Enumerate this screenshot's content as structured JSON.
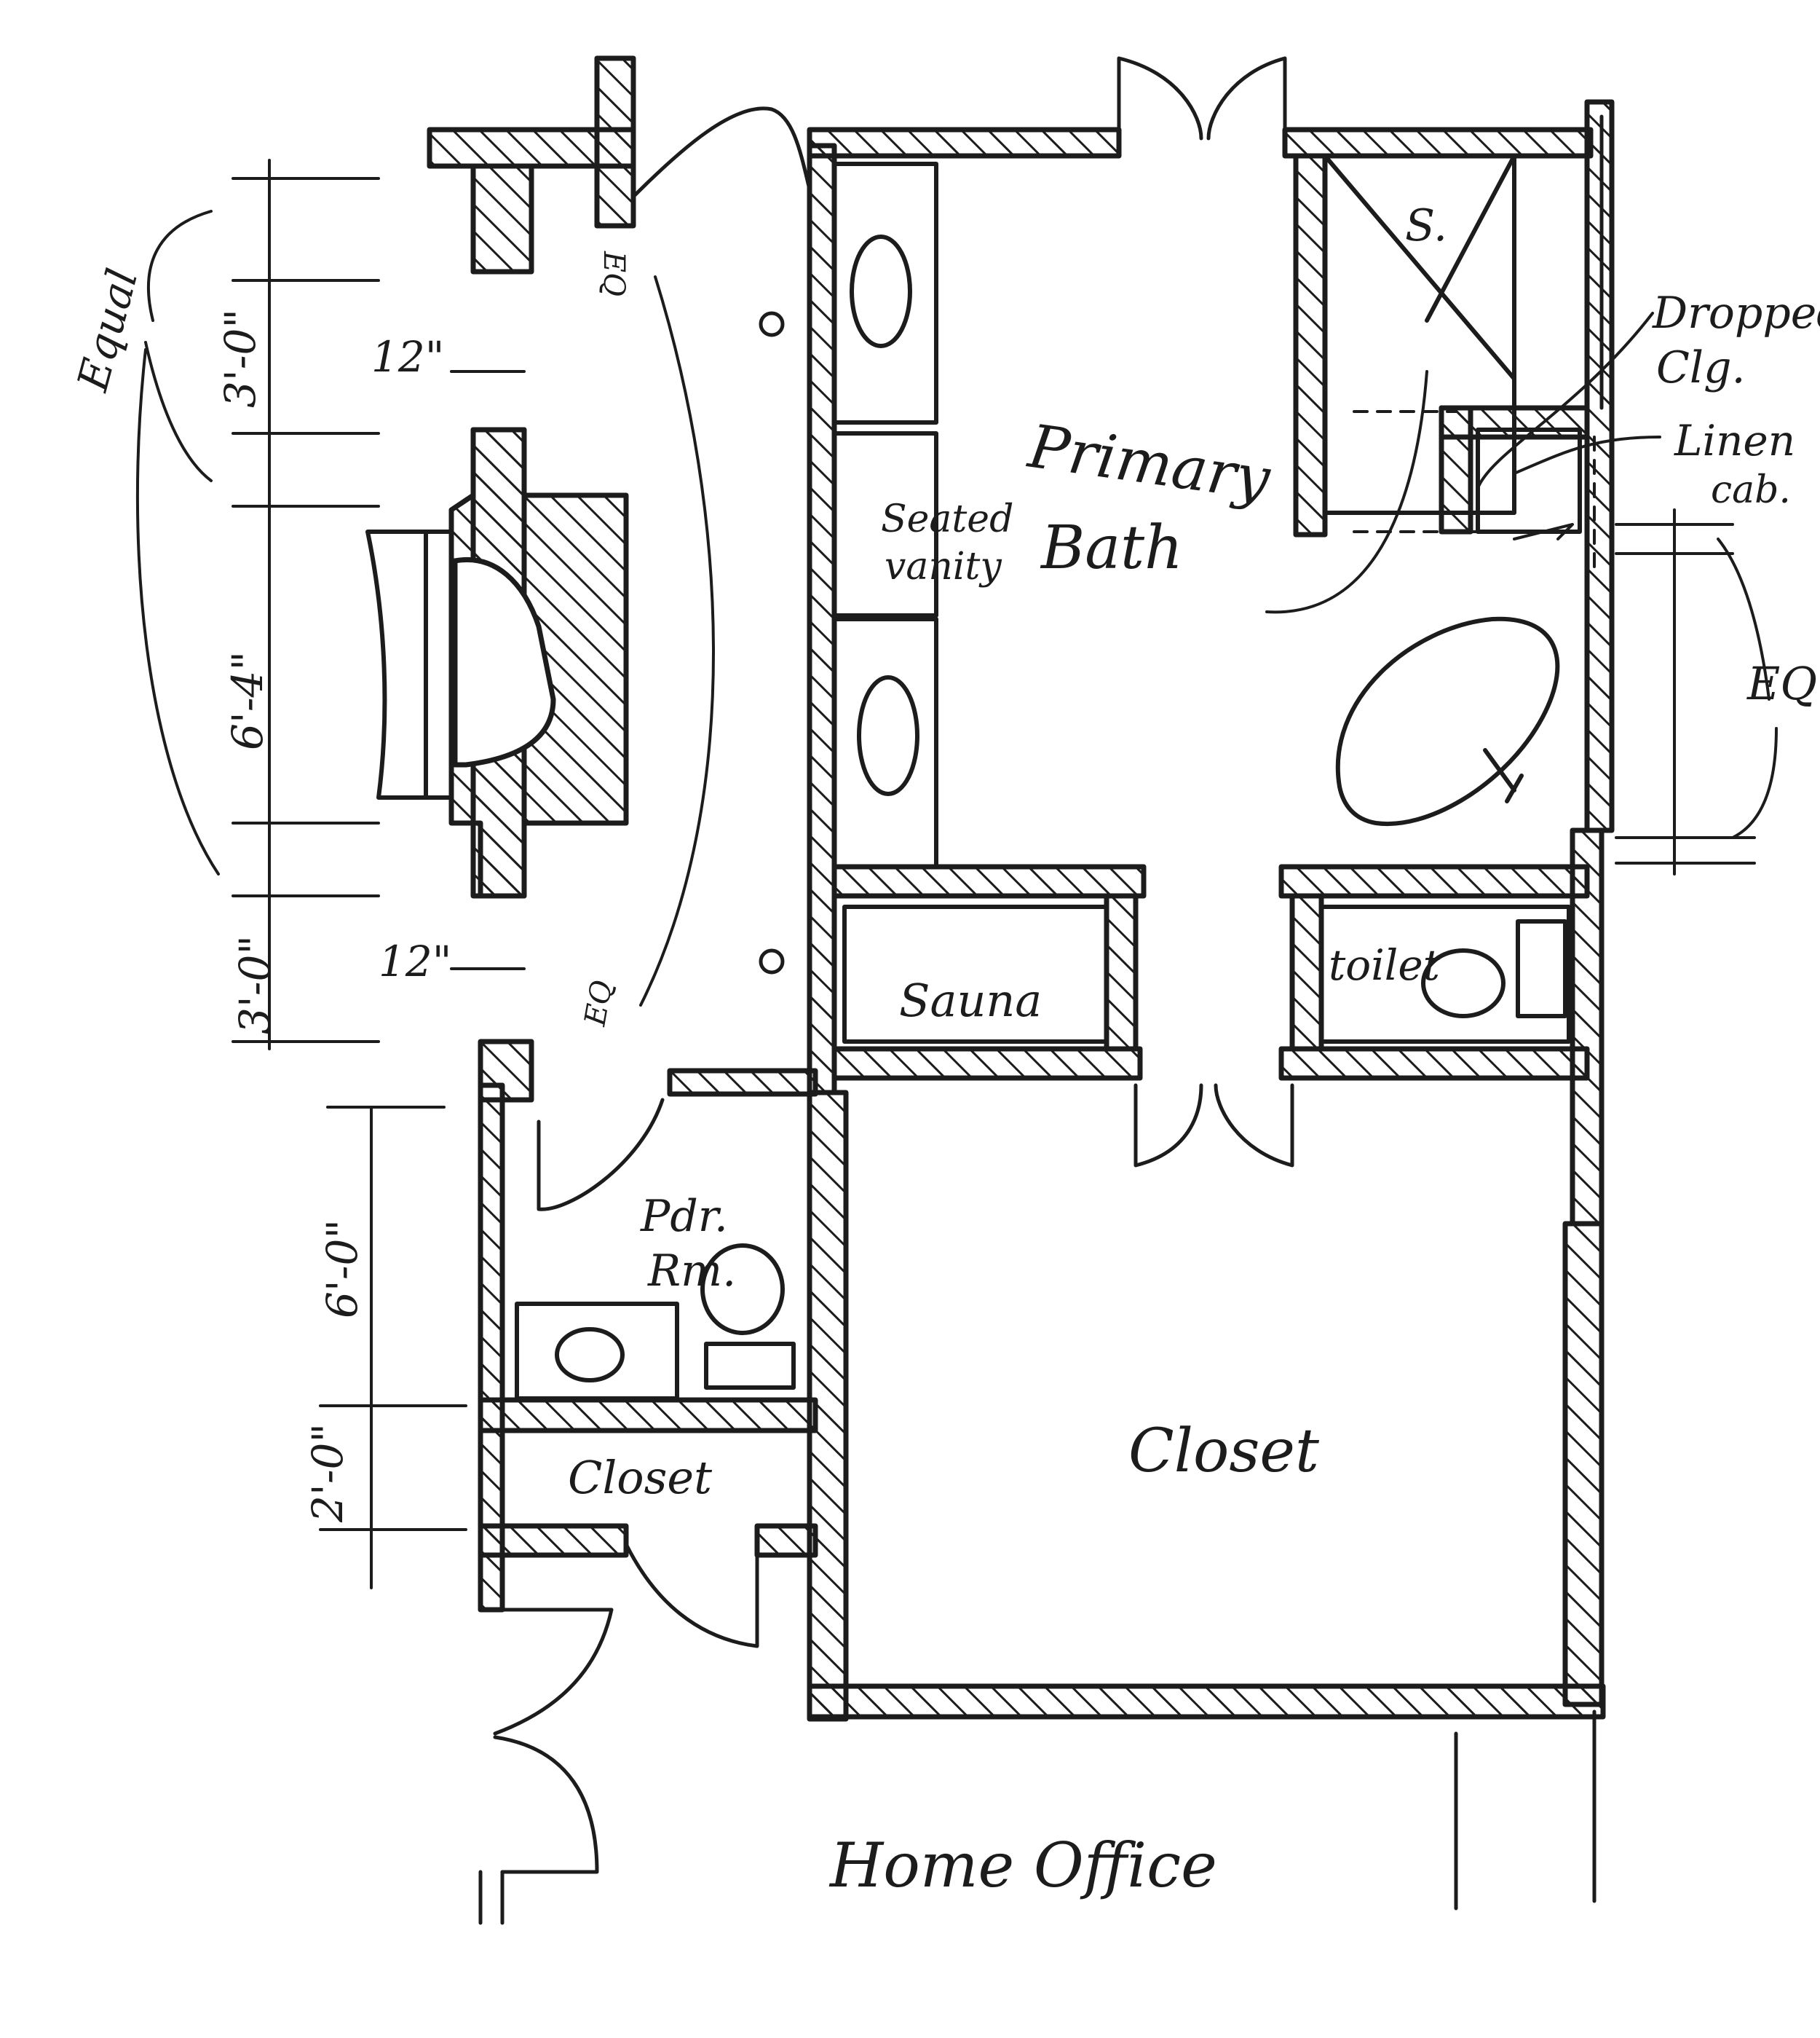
{
  "colors": {
    "ink": "#1c1c1c",
    "paper": "#ffffff"
  },
  "rooms": {
    "primary_bath": [
      "Primary",
      "Bath"
    ],
    "seated_vanity": [
      "Seated",
      "vanity"
    ],
    "shower": "S.",
    "sauna": "Sauna",
    "toilet": "toilet",
    "powder_room": [
      "Pdr.",
      "Rm."
    ],
    "closet_small": "Closet",
    "closet_main": "Closet",
    "home_office": "Home Office"
  },
  "annotations": {
    "equal": "Equal",
    "dropped_clg": [
      "Dropped",
      "Clg."
    ],
    "linen_cab": [
      "Linen",
      "cab."
    ],
    "eq_right": "EQ",
    "eq_top": "EQ",
    "eq_bottom": "EQ"
  },
  "dimensions": {
    "d_3_0_top": "3'-0\"",
    "d_6_4": "6'-4\"",
    "d_3_0_bottom": "3'-0\"",
    "d_12_top": "12\"",
    "d_12_bottom": "12\"",
    "d_6_0": "6'-0\"",
    "d_2_0": "2'-0\""
  }
}
